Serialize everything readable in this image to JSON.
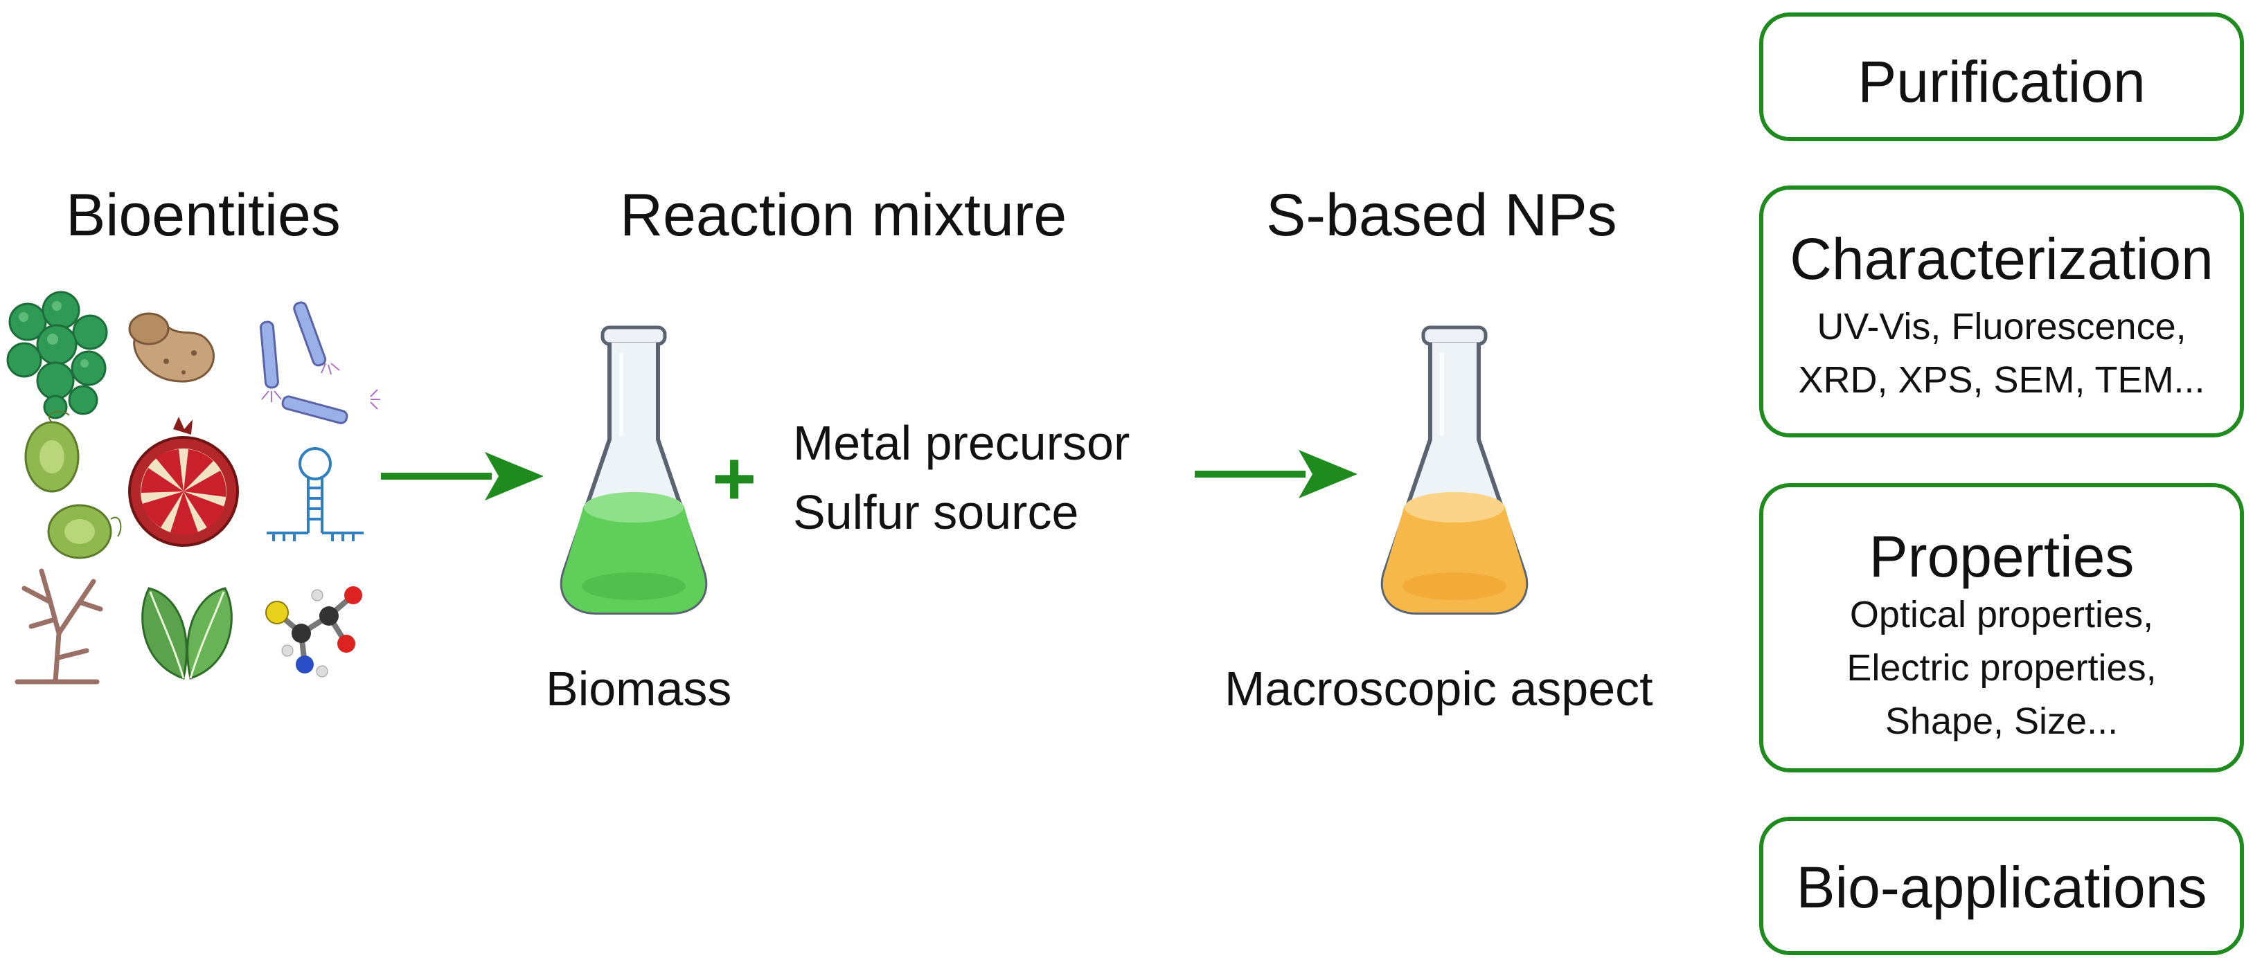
{
  "colors": {
    "accent_green": "#1f8b1f",
    "green_liquid": "#5fcf5a",
    "orange_liquid": "#f7b84a"
  },
  "stages": {
    "bioentities": {
      "title": "Bioentities"
    },
    "reaction_mixture": {
      "title": "Reaction mixture",
      "caption": "Biomass"
    },
    "np": {
      "title": "S-based NPs",
      "caption": "Macroscopic aspect"
    }
  },
  "plus_sign": "+",
  "reagents": {
    "line1": "Metal precursor",
    "line2": "Sulfur source"
  },
  "boxes": {
    "purification": {
      "title": "Purification"
    },
    "characterization": {
      "title": "Characterization",
      "line1": "UV-Vis, Fluorescence,",
      "line2": "XRD, XPS, SEM, TEM..."
    },
    "properties": {
      "title": "Properties",
      "line1": "Optical properties,",
      "line2": "Electric properties,",
      "line3": "Shape, Size..."
    },
    "bio_applications": {
      "title": "Bio-applications"
    }
  },
  "icons": [
    "microalgae-cluster-icon",
    "potato-icon",
    "bacteriophage-icon",
    "green-algae-cell-icon",
    "pomegranate-icon",
    "aptamer-hairpin-icon",
    "plant-root-icon",
    "leaves-icon",
    "cysteine-molecule-icon",
    "erlenmeyer-flask-icon",
    "arrow-right-icon"
  ]
}
